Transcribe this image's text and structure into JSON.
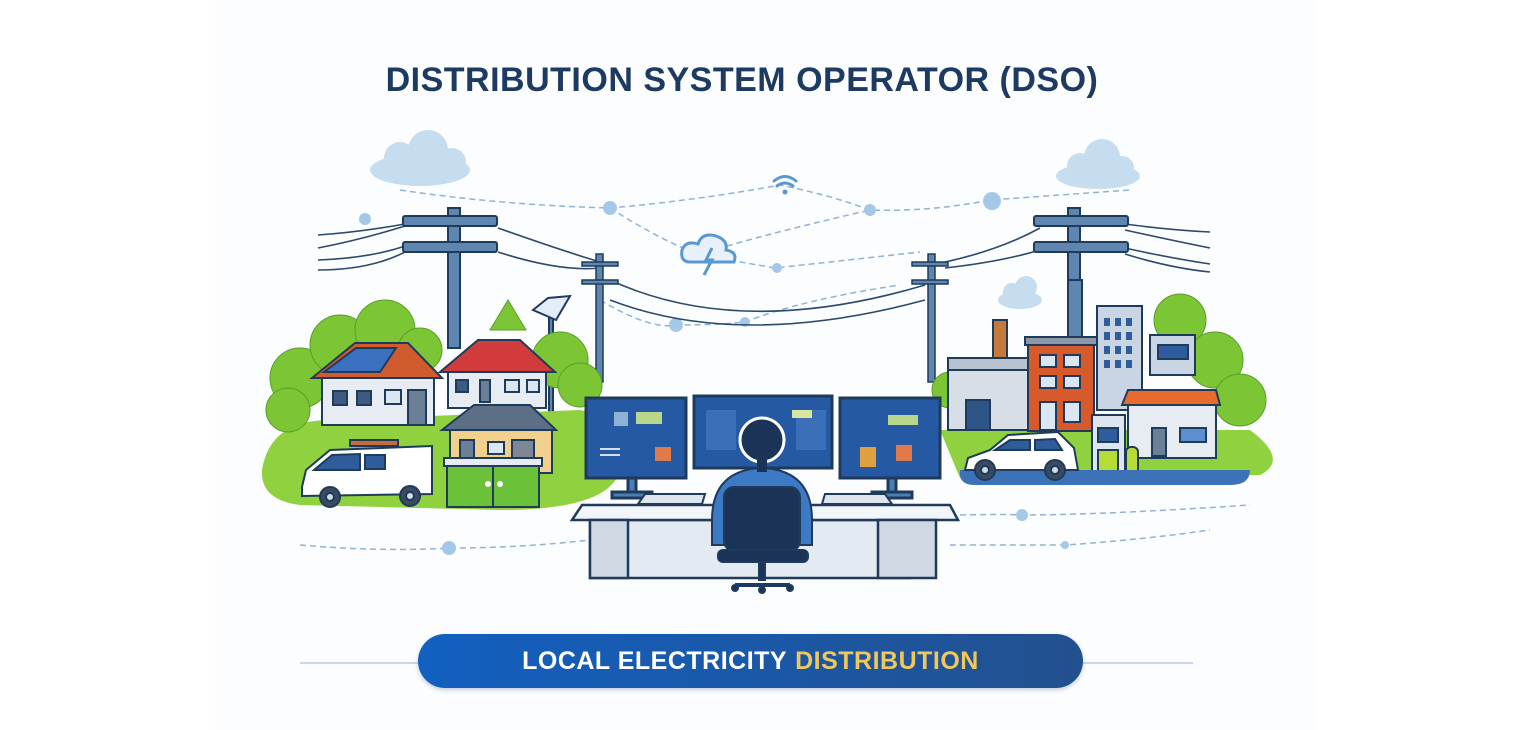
{
  "title": "DISTRIBUTION SYSTEM OPERATOR (DSO)",
  "banner": {
    "part1": "LOCAL ELECTRICITY",
    "part2": "DISTRIBUTION"
  },
  "colors": {
    "title": "#1d3a63",
    "banner_start": "#1260c0",
    "banner_end": "#23508e",
    "banner_highlight": "#f0c75a",
    "grass": "#8fd13f",
    "line_blue": "#4a7fb5",
    "node_blue": "#a6c8e8",
    "outline": "#1f3b5c"
  },
  "illustration": {
    "elements": [
      "clouds",
      "wifi-signal",
      "cloud-lightning",
      "power-poles",
      "network-nodes",
      "houses-with-solar",
      "service-van",
      "transformer-box",
      "street-lamp",
      "operator-at-desk",
      "three-monitors",
      "factory",
      "office-buildings",
      "shop",
      "electric-car",
      "ev-charger",
      "trees"
    ]
  }
}
